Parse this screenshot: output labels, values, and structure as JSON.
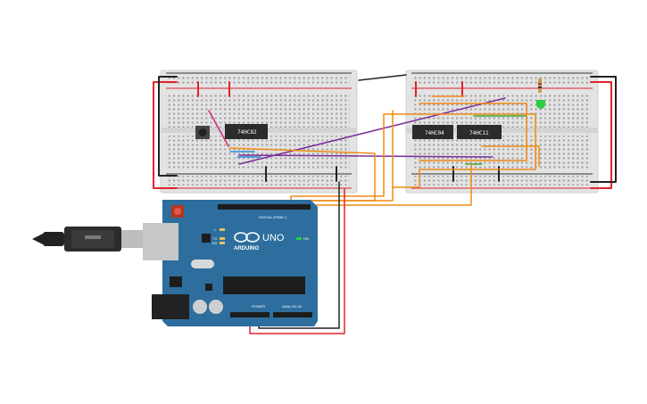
{
  "chips": {
    "left": "74HC82",
    "middle": "74HC04",
    "right": "74HC11"
  },
  "arduino": {
    "brand": "ARDUINO",
    "model": "UNO",
    "digital_label": "DIGITAL (PWM~)",
    "power_label": "POWER",
    "analog_label": "ANALOG IN",
    "on_label": "ON",
    "tx_label": "TX",
    "rx_label": "RX",
    "l_label": "L"
  },
  "colors": {
    "breadboard": "#e6e6e6",
    "rail_red": "#d9242b",
    "rail_dark": "#333333",
    "arduino_board": "#2d6e9e",
    "wire_red": "#e0242b",
    "wire_black": "#222222",
    "wire_orange": "#f08a14",
    "wire_purple": "#7a2e9c",
    "wire_magenta": "#d6247a",
    "wire_green": "#3aa635",
    "wire_blue": "#2a8fd4",
    "led_green": "#2ecc40"
  }
}
